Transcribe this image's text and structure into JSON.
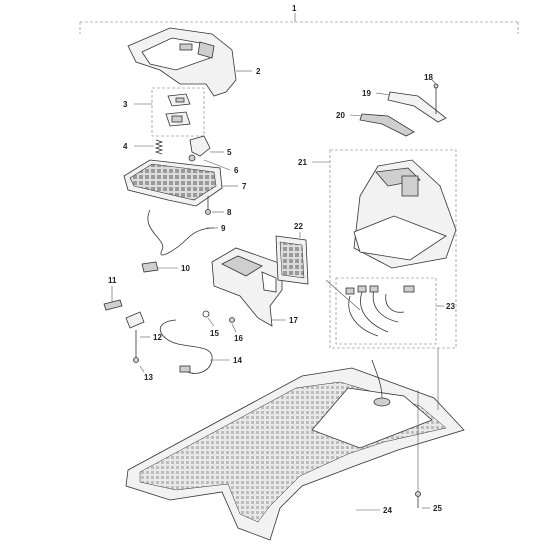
{
  "callouts": {
    "c1": "1",
    "c2": "2",
    "c3": "3",
    "c4": "4",
    "c5": "5",
    "c6": "6",
    "c7": "7",
    "c8": "8",
    "c9": "9",
    "c10": "10",
    "c11": "11",
    "c12": "12",
    "c13": "13",
    "c14": "14",
    "c15": "15",
    "c16": "16",
    "c17": "17",
    "c18": "18",
    "c19": "19",
    "c20": "20",
    "c21": "21",
    "c22": "22",
    "c23": "23",
    "c24": "24",
    "c25": "25"
  },
  "colors": {
    "line": "#555555",
    "part_fill": "#f2f2f2",
    "dark_fill": "#cfcfcf"
  }
}
